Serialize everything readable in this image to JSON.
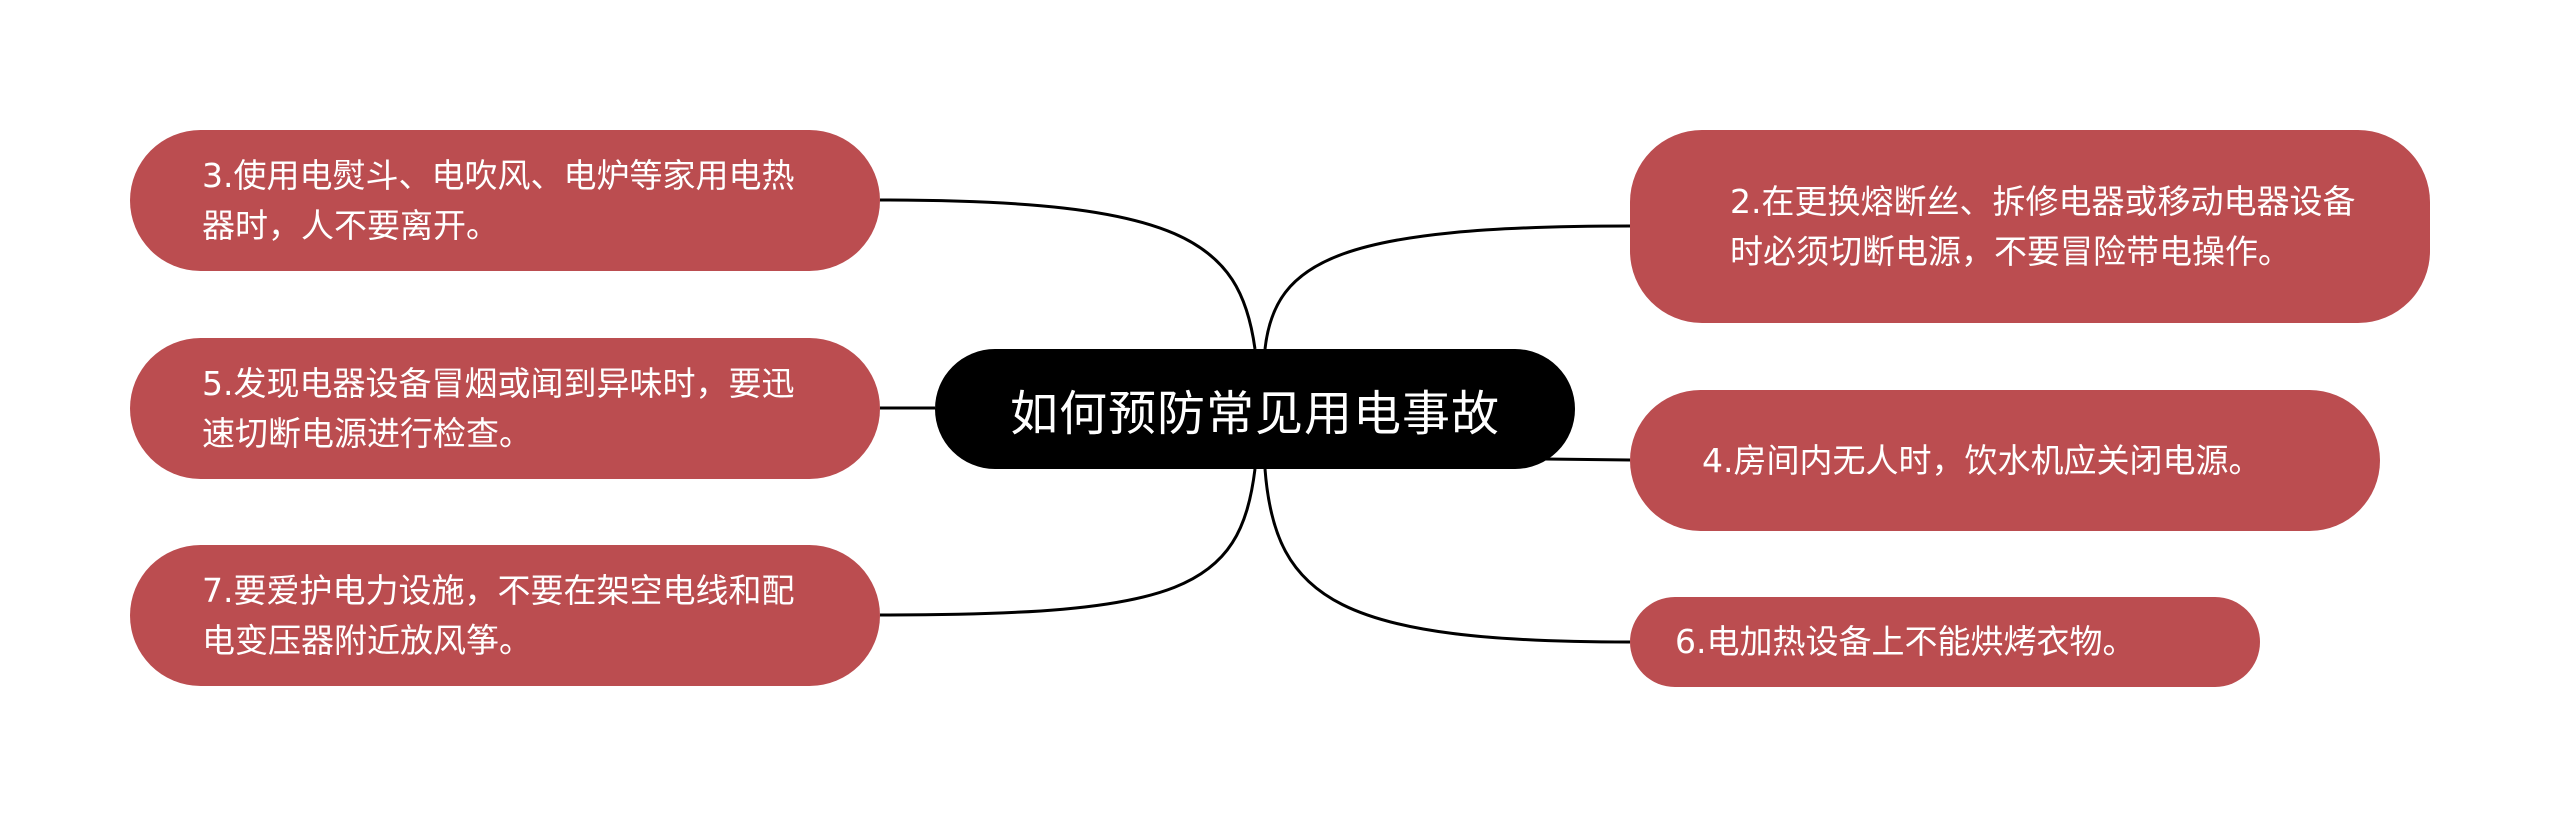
{
  "center": {
    "title": "如何预防常见用电事故"
  },
  "topics": {
    "t2": "2.在更换熔断丝、拆修电器或移动电器设备时必须切断电源，不要冒险带电操作。",
    "t3": "3.使用电熨斗、电吹风、电炉等家用电热器时，人不要离开。",
    "t4": "4.房间内无人时，饮水机应关闭电源。",
    "t5": "5.发现电器设备冒烟或闻到异味时，要迅速切断电源进行检查。",
    "t6": "6.电加热设备上不能烘烤衣物。",
    "t7": "7.要爱护电力设施，不要在架空电线和配电变压器附近放风筝。"
  },
  "colors": {
    "topic_fill": "#bb4d50",
    "center_fill": "#000000",
    "connector": "#000000",
    "text": "#ffffff"
  }
}
